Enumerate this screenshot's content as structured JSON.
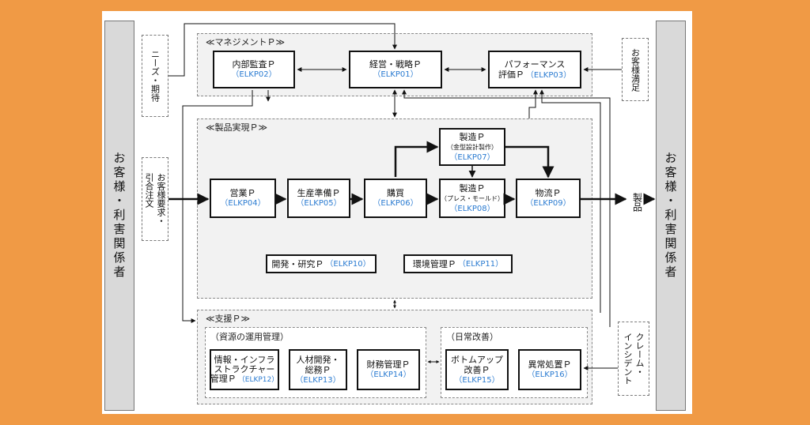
{
  "left_bar": "お客様・利害関係者",
  "right_bar": "お客様・利害関係者",
  "left_inputs": {
    "needs": "ニーズ・期待",
    "requests_a": "お客様要求・",
    "requests_b": "引合注文"
  },
  "right_io": {
    "satisfaction": "お客様満足",
    "product": "製品",
    "complaint_a": "クレーム・",
    "complaint_b": "インシデント"
  },
  "groups": {
    "management": "≪マネジメントＰ≫",
    "realization": "≪製品実現Ｐ≫",
    "support": "≪支援Ｐ≫",
    "resources": "（資源の運用管理）",
    "improvement": "（日常改善）"
  },
  "nodes": {
    "audit": {
      "label": "内部監査Ｐ",
      "code": "（ELKP02）"
    },
    "strategy": {
      "label": "経営・戦略Ｐ",
      "code": "（ELKP01）"
    },
    "performance": {
      "label": "パフォーマンス",
      "label2": "評価Ｐ",
      "code": "（ELKP03）"
    },
    "sales": {
      "label": "営業Ｐ",
      "code": "（ELKP04）"
    },
    "planning": {
      "label": "生産準備Ｐ",
      "code": "（ELKP05）"
    },
    "purchasing": {
      "label": "購買",
      "code": "（ELKP06）"
    },
    "mold": {
      "label": "製造Ｐ",
      "sub": "（金型設計製作）",
      "code": "（ELKP07）"
    },
    "press": {
      "label": "製造Ｐ",
      "sub": "（プレス・モールド）",
      "code": "（ELKP08）"
    },
    "logistics": {
      "label": "物流Ｐ",
      "code": "（ELKP09）"
    },
    "rnd": {
      "label": "開発・研究Ｐ",
      "code": "（ELKP10）"
    },
    "env": {
      "label": "環境管理Ｐ",
      "code": "（ELKP11）"
    },
    "it": {
      "label": "情報・インフラ",
      "label2": "ストラクチャー",
      "label3": "管理Ｐ",
      "code": "（ELKP12）"
    },
    "hr": {
      "label": "人材開発・",
      "label2": "総務Ｐ",
      "code": "（ELKP13）"
    },
    "finance": {
      "label": "財務管理Ｐ",
      "code": "（ELKP14）"
    },
    "bottomup": {
      "label": "ボトムアップ",
      "label2": "改善Ｐ",
      "code": "（ELKP15）"
    },
    "anomaly": {
      "label": "異常処置Ｐ",
      "code": "（ELKP16）"
    }
  },
  "colors": {
    "background": "#f09a45",
    "code_blue": "#2a7bd1",
    "bar_gray": "#d9d9d9",
    "group_gray": "#f2f2f2"
  }
}
